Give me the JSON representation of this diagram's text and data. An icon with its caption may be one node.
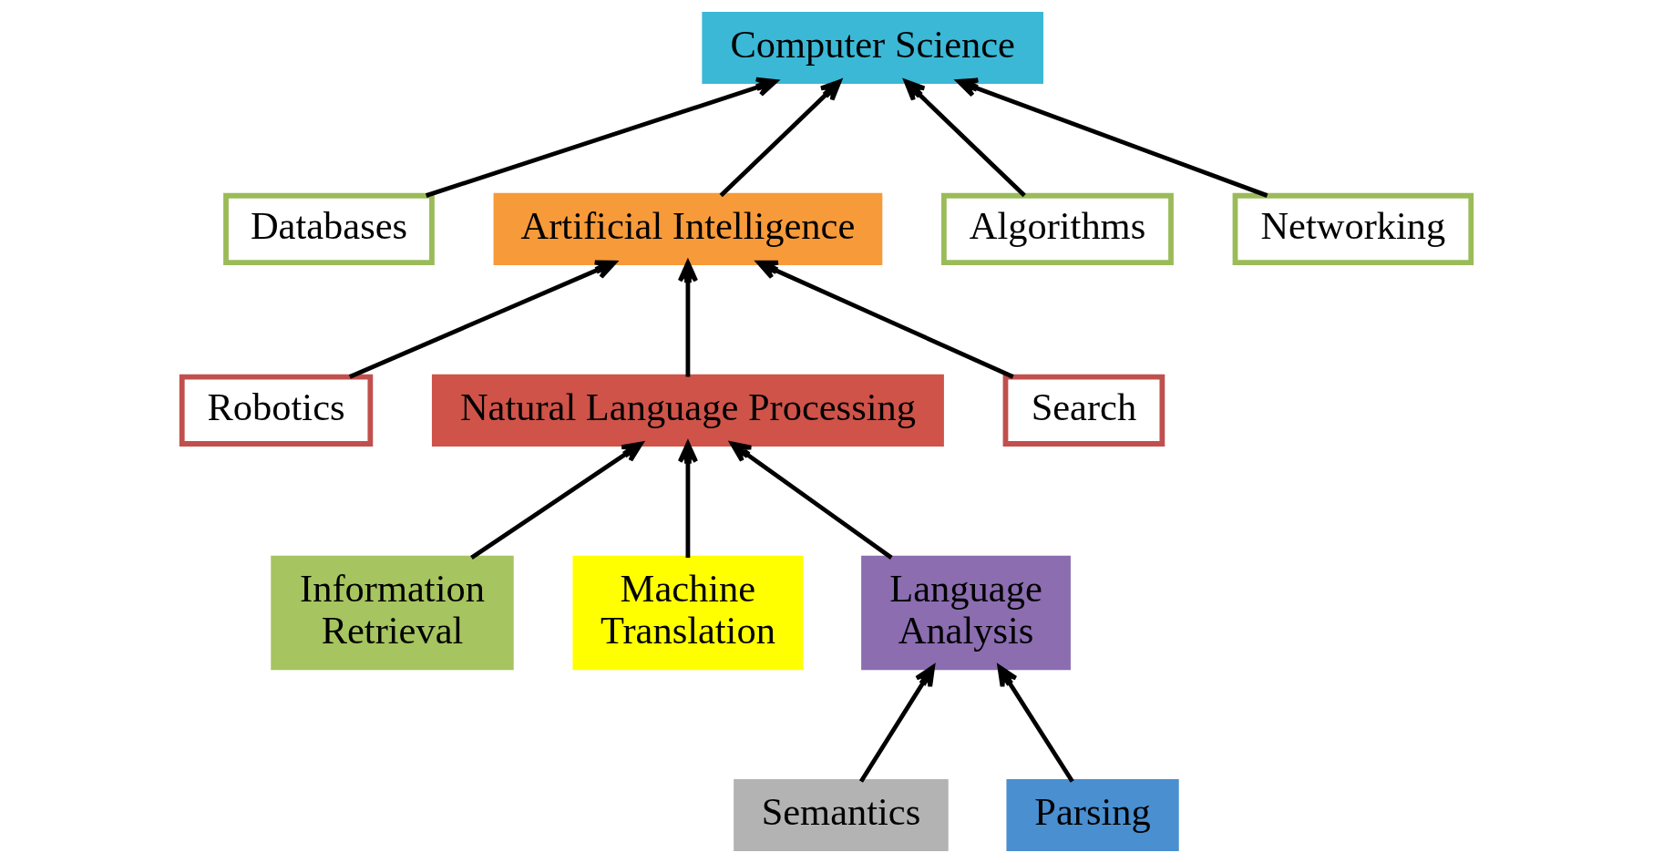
{
  "diagram": {
    "nodes": [
      {
        "text": [
          "Computer Science"
        ]
      },
      {
        "text": [
          "Databases"
        ]
      },
      {
        "text": [
          "Artificial Intelligence"
        ]
      },
      {
        "text": [
          "Algorithms"
        ]
      },
      {
        "text": [
          "Networking"
        ]
      },
      {
        "text": [
          "Robotics"
        ]
      },
      {
        "text": [
          "Natural Language Processing"
        ]
      },
      {
        "text": [
          "Search"
        ]
      },
      {
        "text": [
          "Information Retrieval"
        ]
      },
      {
        "text": [
          "Machine Translation"
        ]
      },
      {
        "text": [
          "Language Analysis"
        ]
      },
      {
        "text": [
          "Semantics"
        ]
      },
      {
        "text": [
          "Parsing"
        ]
      }
    ],
    "edges": [
      {
        "from": 1,
        "to": 0,
        "arrow": "to"
      },
      {
        "from": 2,
        "to": 0,
        "arrow": "to"
      },
      {
        "from": 3,
        "to": 0,
        "arrow": "to"
      },
      {
        "from": 4,
        "to": 0,
        "arrow": "to"
      },
      {
        "from": 5,
        "to": 2,
        "arrow": "to"
      },
      {
        "from": 6,
        "to": 2,
        "arrow": "to"
      },
      {
        "from": 7,
        "to": 2,
        "arrow": "to"
      },
      {
        "from": 8,
        "to": 6,
        "arrow": "to"
      },
      {
        "from": 9,
        "to": 6,
        "arrow": "to"
      },
      {
        "from": 10,
        "to": 6,
        "arrow": "to"
      },
      {
        "from": 11,
        "to": 10,
        "arrow": "to"
      },
      {
        "from": 12,
        "to": 10,
        "arrow": "to"
      }
    ]
  }
}
